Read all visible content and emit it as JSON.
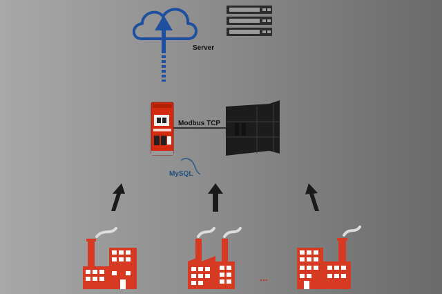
{
  "labels": {
    "server": "Server",
    "protocol": "Modbus TCP",
    "database": "MySQL",
    "ellipsis": "..."
  },
  "colors": {
    "cloud": "#1f4f9f",
    "device": "#d42a10",
    "factory": "#d63a22",
    "server": "#2b2b2b",
    "plc": "#1c1c1c",
    "arrow": "#1a1a1a",
    "ellipsis": "#c0351c"
  },
  "icons": [
    "cloud-upload-icon",
    "server-rack-icon",
    "gateway-device-icon",
    "plc-controller-icon",
    "mysql-logo-icon",
    "factory-icon",
    "arrow-up-icon"
  ]
}
